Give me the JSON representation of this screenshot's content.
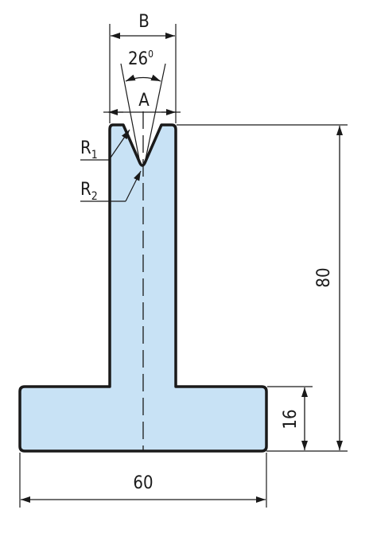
{
  "labels": {
    "b": "B",
    "angle": "26",
    "angle_unit": "0",
    "a": "A",
    "r1": "R",
    "r1_sub": "1",
    "r2": "R",
    "r2_sub": "2",
    "height_total": "80",
    "height_base": "16",
    "width_base": "60"
  },
  "colors": {
    "fill": "#c8e2f5",
    "outline": "#1a1a1a"
  }
}
